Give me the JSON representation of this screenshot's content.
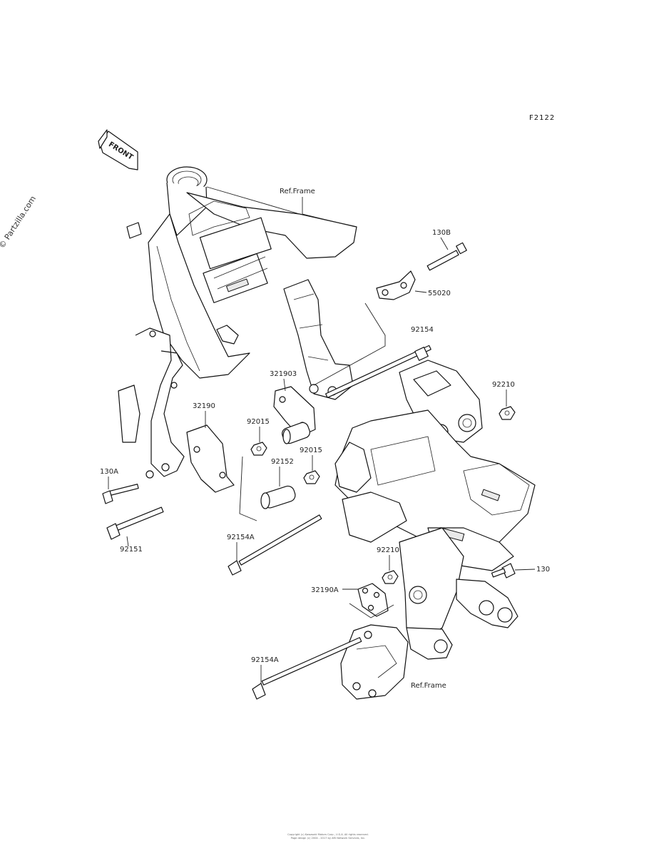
{
  "figure_id": "F2122",
  "watermark": "© Partzilla.com",
  "front_arrow_text": "FRONT",
  "ref_labels": {
    "top": "Ref.Frame",
    "bottom": "Ref.Frame"
  },
  "callouts": {
    "p130B": "130B",
    "p55020": "55020",
    "p92154_top": "92154",
    "p92210_top": "92210",
    "p321903": "321903",
    "p32190": "32190",
    "p92015_a": "92015",
    "p92015_b": "92015",
    "p92152": "92152",
    "p130A": "130A",
    "p92151": "92151",
    "p92154A_mid": "92154A",
    "p92210_mid": "92210",
    "p130": "130",
    "p32190A": "32190A",
    "p92154A_bottom": "92154A"
  },
  "footer": {
    "line1": "Copyright (c) Kawasaki Motors Corp., U.S.A. All rights reserved.",
    "line2": "Page design (c) 2004 - 2017 by ARI Network Services, Inc."
  }
}
